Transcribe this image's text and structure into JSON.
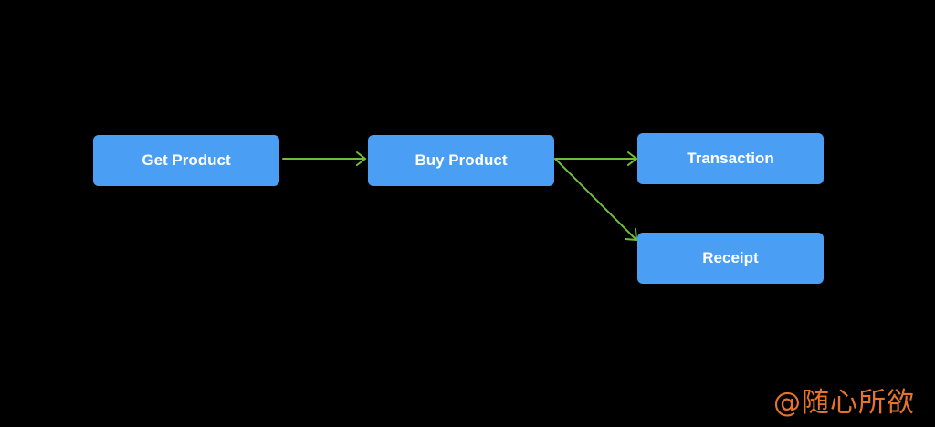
{
  "diagram": {
    "nodes": [
      {
        "id": "get_product",
        "label": "Get Product"
      },
      {
        "id": "buy_product",
        "label": "Buy Product"
      },
      {
        "id": "transaction",
        "label": "Transaction"
      },
      {
        "id": "receipt",
        "label": "Receipt"
      }
    ],
    "edges": [
      {
        "from": "get_product",
        "to": "buy_product"
      },
      {
        "from": "buy_product",
        "to": "transaction"
      },
      {
        "from": "buy_product",
        "to": "receipt"
      }
    ]
  },
  "colors": {
    "background": "#000000",
    "node_fill": "#4a9ff5",
    "node_text": "#ffffff",
    "arrow": "#6fbf3a",
    "watermark": "#e8742c"
  },
  "watermark": {
    "text": "@随心所欲"
  }
}
